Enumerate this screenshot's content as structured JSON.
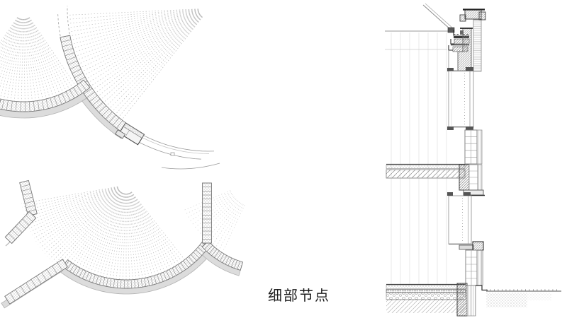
{
  "caption": {
    "text": "细部节点"
  },
  "panels": {
    "top_left_plan": "curved-brick-wall-junction-plan-detail",
    "bottom_left_plan": "scalloped-brick-wall-plan-detail",
    "right_section": "exterior-wall-section-detail"
  },
  "colors": {
    "background": "#ffffff",
    "ink": "#2b2b2b",
    "line_medium": "#888888",
    "line_light": "#bbbbbb",
    "hatch_light": "#c9c9c9",
    "band_gray": "#dcdcdc",
    "caption_color": "#1d1d1d"
  }
}
